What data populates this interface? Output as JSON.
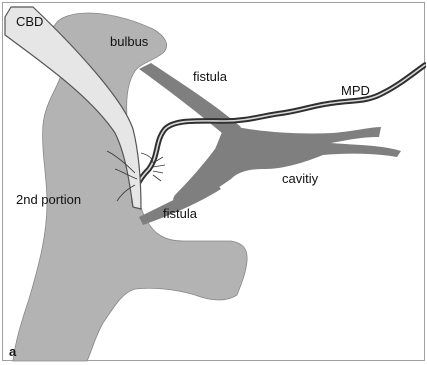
{
  "figure": {
    "panel_label": "a",
    "labels": {
      "cbd": "CBD",
      "bulbus": "bulbus",
      "fistula_upper": "fistula",
      "mpd": "MPD",
      "cavity": "cavitiy",
      "second_portion": "2nd portion",
      "fistula_lower": "fistula"
    },
    "colors": {
      "duodenum_fill": "#b3b3b3",
      "fistula_cavity": "#7f7f7f",
      "duct_dark": "#3a3a3a",
      "cbd_fill": "#e6e6e6",
      "outline": "#555555"
    }
  }
}
